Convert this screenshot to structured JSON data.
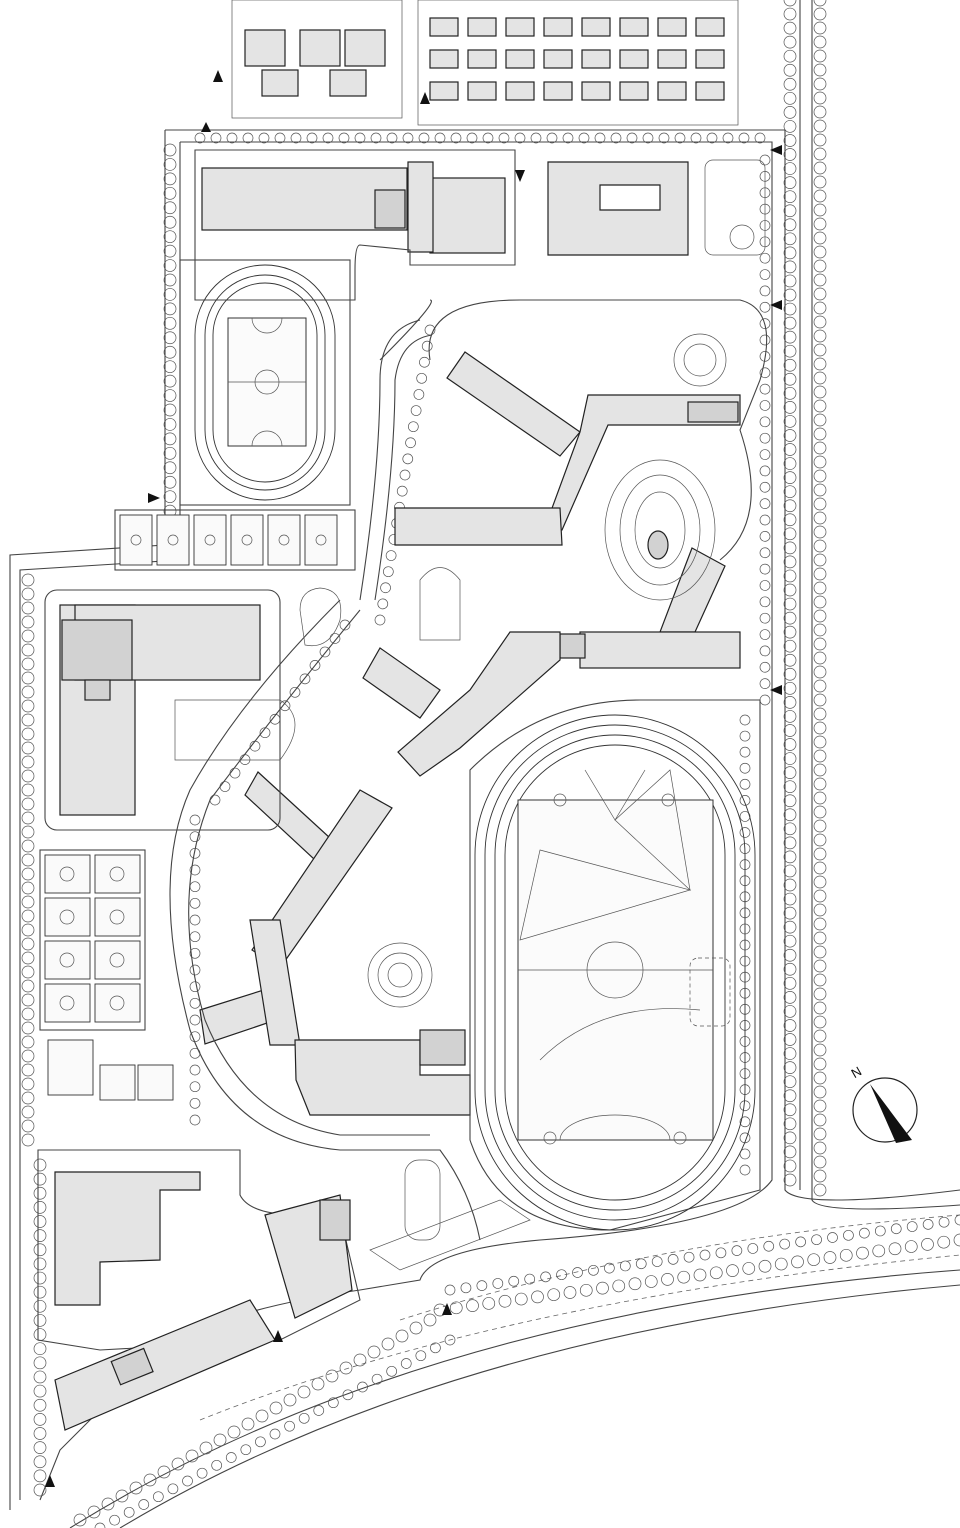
{
  "compass": {
    "label": "N"
  },
  "colors": {
    "building_fill": "#e4e4e4",
    "line": "#222222",
    "background": "#ffffff"
  },
  "entrance_arrows": [
    {
      "direction": "left"
    },
    {
      "direction": "left"
    },
    {
      "direction": "left"
    },
    {
      "direction": "up"
    },
    {
      "direction": "up"
    },
    {
      "direction": "down"
    },
    {
      "direction": "right"
    },
    {
      "direction": "up"
    },
    {
      "direction": "up"
    }
  ]
}
